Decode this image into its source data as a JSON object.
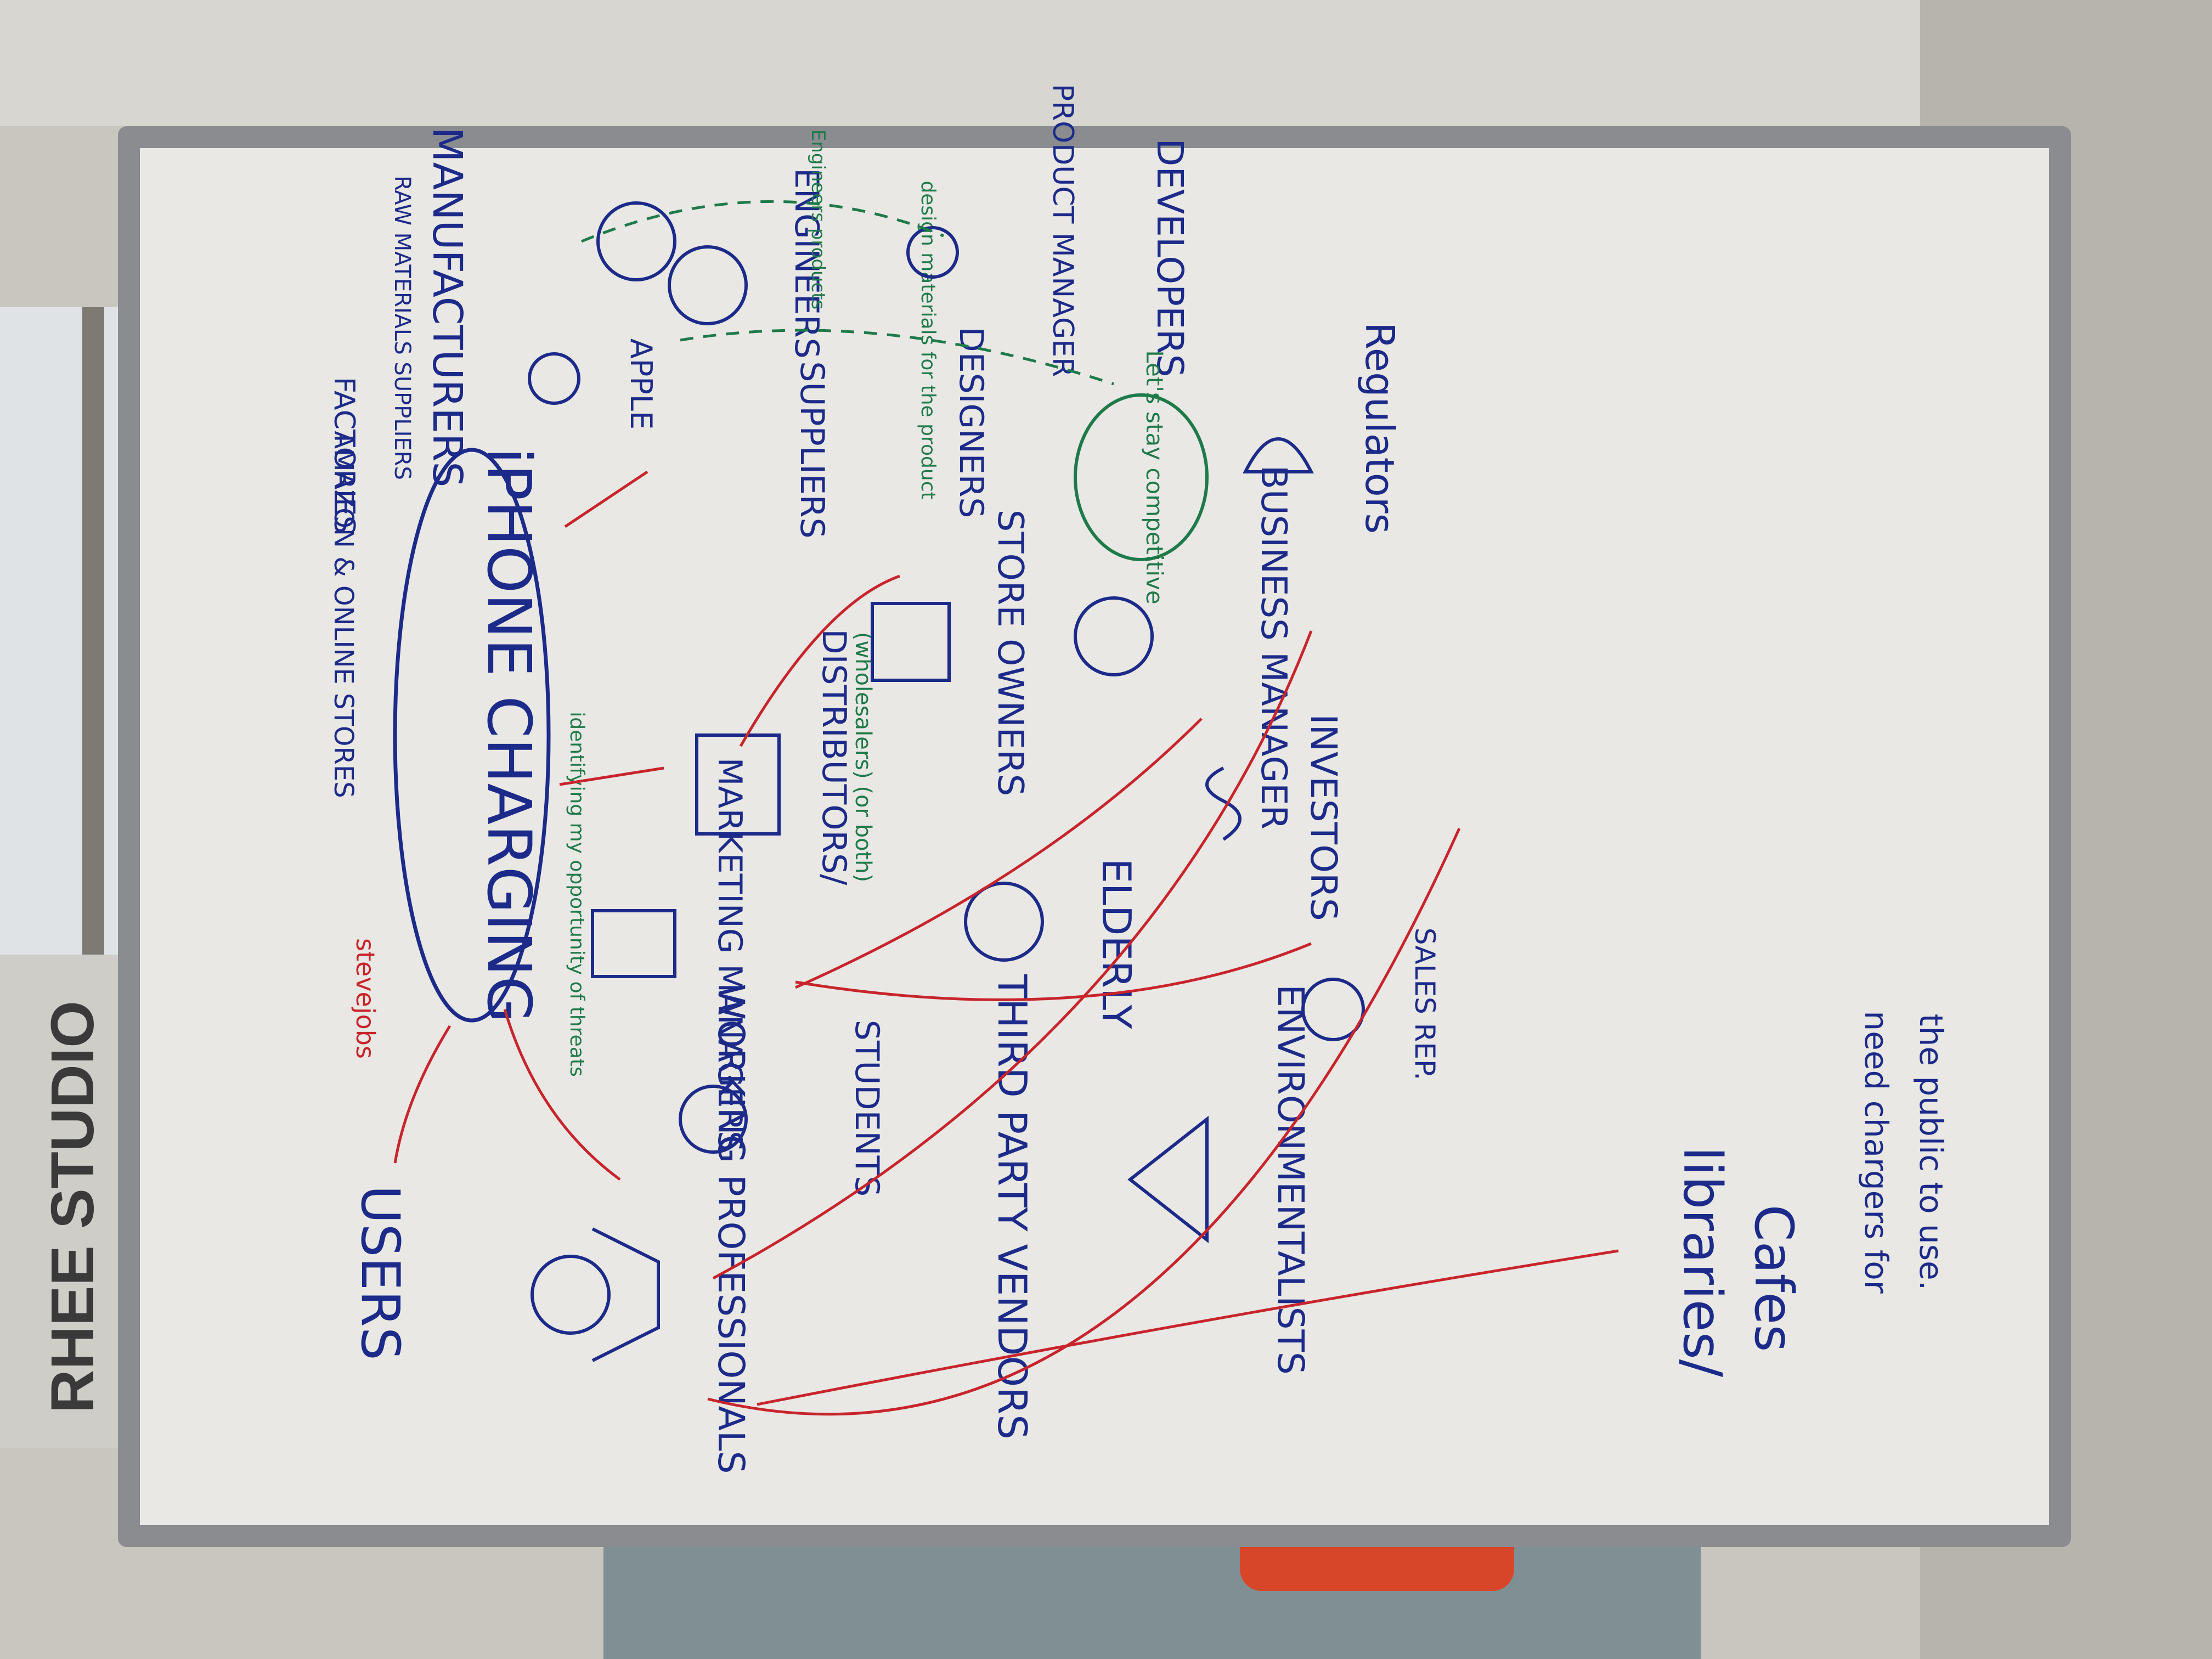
{
  "colors": {
    "blue": "#1c2a8a",
    "red": "#c8242c",
    "green": "#1f7a4a",
    "board": "#e9e8e4",
    "frame": "#8a8c8f"
  },
  "wall_sign": {
    "text": "RHEE STUDIO"
  },
  "board": {
    "center_topic": "iPHONE CHARGING",
    "annotations": {
      "steve_jobs": "stevejobs",
      "amazon": "AMAZON & ONLINE STORES",
      "factories": "FACTORIES",
      "raw_materials": "RAW MATERIALS SUPPLIERS",
      "identifying": "identifying my opportunity of threats",
      "distributors_note": "(wholesalers) (or both)",
      "designers_note": "design materials for the product",
      "engineers_note": "Engineers products",
      "lets_stay": "Let's stay competitive"
    },
    "stakeholders": {
      "users": "USERS",
      "working_professionals": "WORKING PROFESSIONALS",
      "marketing_managers": "MARKETING MANAGERS",
      "students": "STUDENTS",
      "third_party_vendors": "THIRD PARTY VENDORS",
      "distributors": "DISTRIBUTORS/",
      "elderly": "ELDERLY",
      "environmentalists": "ENVIRONMENTALISTS",
      "store_owners": "STORE OWNERS",
      "investors": "INVESTORS",
      "sales_rep": "SALES REP.",
      "business_manager": "BUSINESS MANAGER",
      "suppliers": "SUPPLIERS",
      "designers": "DESIGNERS",
      "apple": "APPLE",
      "manufacturers": "MANUFACTURERS",
      "engineers": "ENGINEERS",
      "product_manager": "PRODUCT MANAGER",
      "developers": "DEVELOPERS",
      "regulators": "Regulators",
      "libraries": "libraries/",
      "cafes": "Cafes",
      "need_chargers_1": "need chargers for",
      "need_chargers_2": "the public to use."
    }
  }
}
